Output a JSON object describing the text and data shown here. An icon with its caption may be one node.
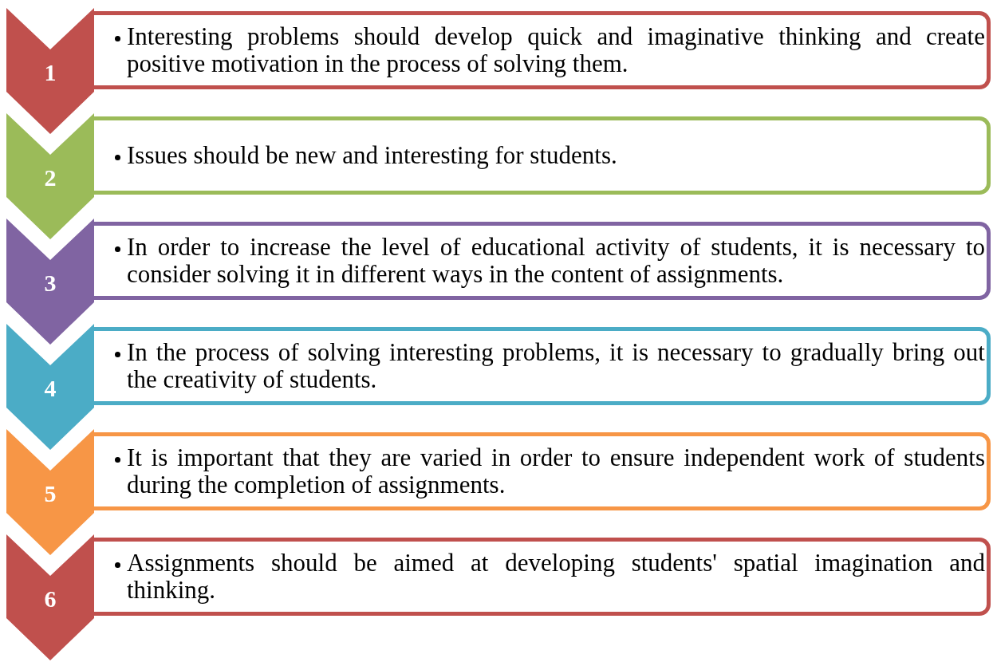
{
  "diagram": {
    "nodes": [
      {
        "text": [
          "1"
        ]
      },
      {
        "text": [
          "Interesting problems should develop quick and imaginative thinking and create positive motivation in the process of solving them."
        ]
      },
      {
        "text": [
          "2"
        ]
      },
      {
        "text": [
          "Issues should be new and interesting for students."
        ]
      },
      {
        "text": [
          "3"
        ]
      },
      {
        "text": [
          "In order to increase the level of educational activity of students, it is necessary to consider solving it in different ways in the content of assignments."
        ]
      },
      {
        "text": [
          "4"
        ]
      },
      {
        "text": [
          "In the process of solving interesting problems, it is necessary to gradually bring out the creativity of students."
        ]
      },
      {
        "text": [
          "5"
        ]
      },
      {
        "text": [
          "It is important that they are varied in order to ensure independent work of students during the completion of assignments."
        ]
      },
      {
        "text": [
          "6"
        ]
      },
      {
        "text": [
          "Assignments should be aimed at developing students' spatial imagination and thinking."
        ]
      }
    ]
  }
}
